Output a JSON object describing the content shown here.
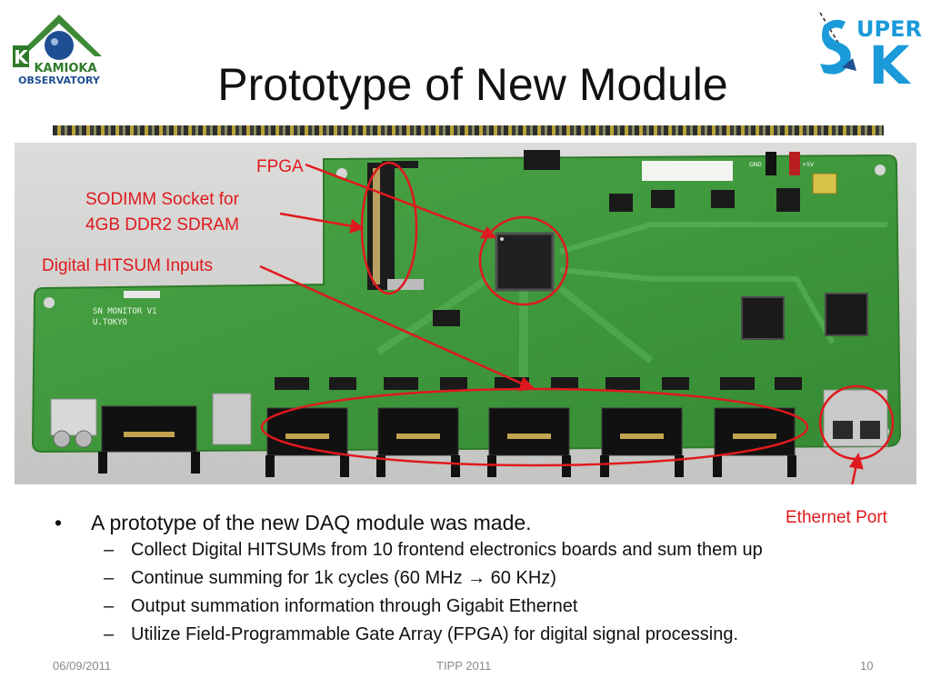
{
  "slide": {
    "title": "Prototype of New Module",
    "logo_left_line1": "KAMIOKA",
    "logo_left_line2": "OBSERVATORY",
    "logo_right_text": "UPER",
    "logo_right_big": "K"
  },
  "photo": {
    "board_label_line1": "SN MONITOR V1",
    "board_label_line2": "U.TOKYO",
    "board_gnd": "GND",
    "board_5v": "+5V"
  },
  "callouts": {
    "fpga": "FPGA",
    "sodimm_line1": "SODIMM Socket for",
    "sodimm_line2": "4GB DDR2 SDRAM",
    "hitsum": "Digital HITSUM Inputs",
    "ethernet": "Ethernet Port"
  },
  "bullets": {
    "main": "A prototype of the new DAQ module was made.",
    "bullet_symbol": "•",
    "dash_symbol": "–",
    "sub": [
      "Collect Digital HITSUMs from 10 frontend electronics boards and sum them up",
      "Continue summing for 1k cycles (60 MHz → 60 KHz)",
      "Output summation information through Gigabit Ethernet",
      "Utilize Field-Programmable Gate Array (FPGA) for digital signal processing."
    ]
  },
  "footer": {
    "date": "06/09/2011",
    "event": "TIPP 2011",
    "page": "10"
  },
  "colors": {
    "annotation_red": "#e0191e",
    "pcb_green": "#3f9a3c"
  }
}
